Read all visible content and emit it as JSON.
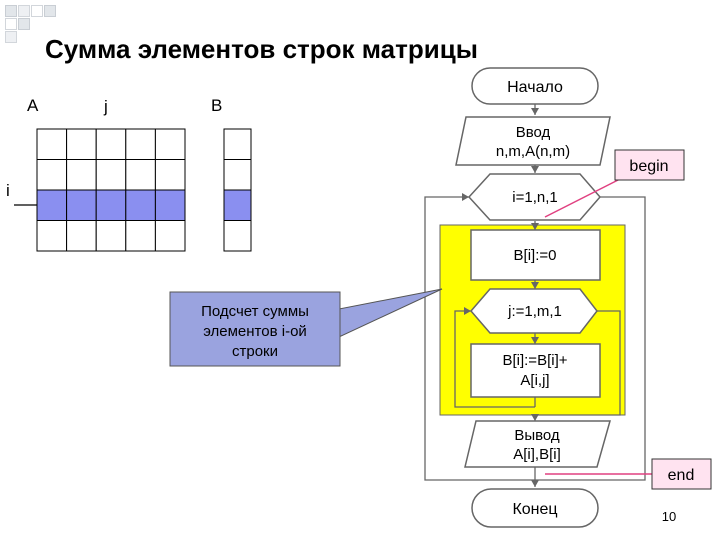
{
  "slide": {
    "title": "Сумма элементов строк матрицы",
    "page_number": "10"
  },
  "matrix": {
    "label_a": "A",
    "label_j": "j",
    "label_b": "B",
    "label_i": "i",
    "rows": 4,
    "cols": 5,
    "highlighted_row_index": 2,
    "highlight_color": "#8a8ff0"
  },
  "flowchart": {
    "start": "Начало",
    "input_line1": "Ввод",
    "input_line2": "n,m,A(n,m)",
    "loop_i": "i=1,n,1",
    "init": "B[i]:=0",
    "loop_j": "j:=1,m,1",
    "sum_line1": "B[i]:=B[i]+",
    "sum_line2": "A[i,j]",
    "output_line1": "Вывод",
    "output_line2": "A[i],B[i]",
    "end": "Конец"
  },
  "callouts": {
    "begin": "begin",
    "end": "end",
    "sum_note_line1": "Подсчет суммы",
    "sum_note_line2": "элементов i-ой",
    "sum_note_line3": "строки"
  },
  "colors": {
    "loop_fill": "#ffff00",
    "callout_fill": "#ffe3f0",
    "note_fill": "#9aa3df",
    "accent_line": "#e04080"
  }
}
